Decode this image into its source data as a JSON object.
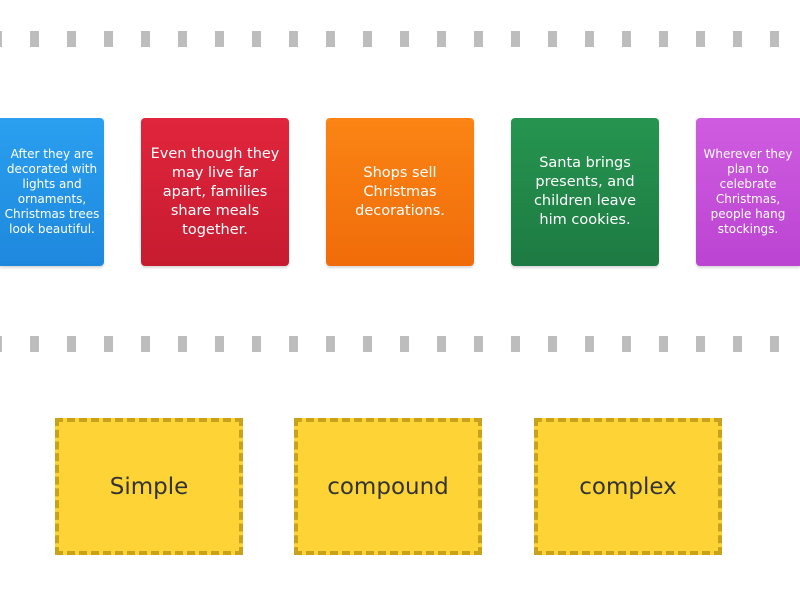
{
  "cards": [
    {
      "text": "After they are decorated with lights and ornaments, Christmas trees look beautiful.",
      "color": "#2196e8"
    },
    {
      "text": "Even though they may live far apart, families share meals together.",
      "color": "#d81f35"
    },
    {
      "text": "Shops sell Christmas decorations.",
      "color": "#f57a10"
    },
    {
      "text": "Santa brings presents, and children leave him cookies.",
      "color": "#21874a"
    },
    {
      "text": "Wherever they plan to celebrate Christmas, people hang stockings.",
      "color": "#c54ed8"
    }
  ],
  "drop_zones": [
    {
      "label": "Simple"
    },
    {
      "label": "compound"
    },
    {
      "label": "complex"
    }
  ],
  "colors": {
    "dash": "#bdbdbd",
    "zone_fill": "#fdd335",
    "zone_border": "#c9a21c"
  }
}
